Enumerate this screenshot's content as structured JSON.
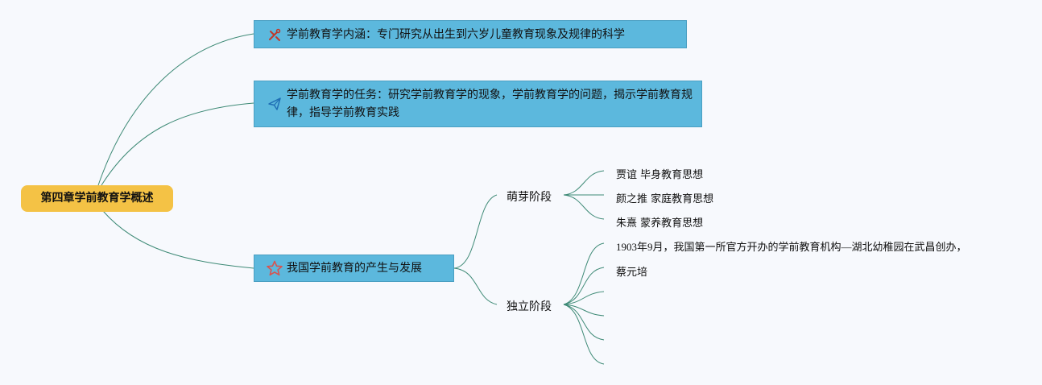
{
  "root": {
    "label": "第四章学前教育学概述"
  },
  "topics": [
    {
      "icon": "tools-icon",
      "label": "学前教育学内涵：专门研究从出生到六岁儿童教育现象及规律的科学"
    },
    {
      "icon": "paper-plane-icon",
      "label": "学前教育学的任务：研究学前教育学的现象，学前教育学的问题，揭示学前教育规律，指导学前教育实践"
    },
    {
      "icon": "star-icon",
      "label": "我国学前教育的产生与发展"
    }
  ],
  "stages": [
    {
      "label": "萌芽阶段",
      "items": [
        "贾谊 毕身教育思想",
        "颜之推 家庭教育思想",
        "朱熹 蒙养教育思想"
      ]
    },
    {
      "label": "独立阶段",
      "items": [
        "1903年9月，我国第一所官方开办的学前教育机构—湖北幼稚园在武昌创办，",
        "蔡元培",
        "",
        "",
        "",
        ""
      ]
    }
  ],
  "colors": {
    "root": "#f4c245",
    "topic": "#5cb8dd",
    "link": "#3e8a76",
    "background": "#f7f9fd"
  }
}
